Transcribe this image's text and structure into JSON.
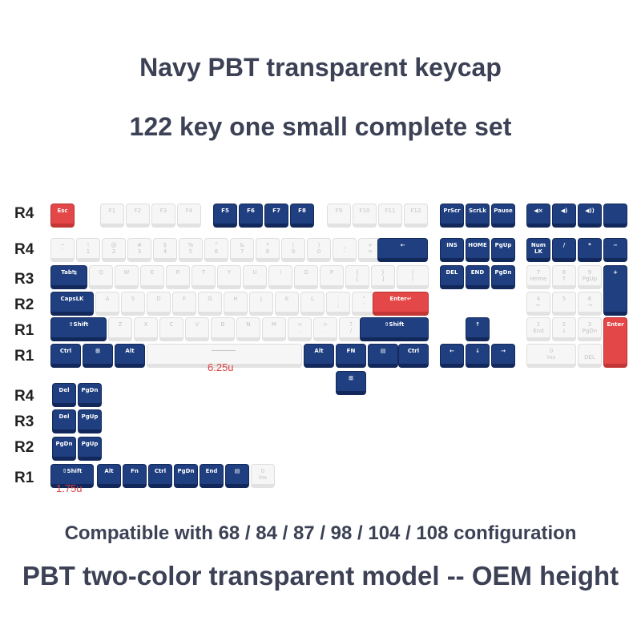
{
  "headings": {
    "line1": "Navy PBT transparent keycap",
    "line2": "122 key one small complete set",
    "compat": "Compatible with 68 / 84 / 87 / 98 / 104 / 108 configuration",
    "model": "PBT two-color transparent model -- OEM height"
  },
  "row_labels": [
    "R4",
    "R4",
    "R3",
    "R2",
    "R1",
    "R1",
    "R4",
    "R3",
    "R2",
    "R1"
  ],
  "size_notes": {
    "space": "6.25u",
    "shift": "1.75u"
  },
  "colors": {
    "navy": "#1f3f80",
    "white": "#f6f6f6",
    "red": "#e44747"
  },
  "keys": [
    {
      "label": "Esc",
      "color": "red"
    },
    {
      "label": "F1",
      "color": "white"
    },
    {
      "label": "F2",
      "color": "white"
    },
    {
      "label": "F3",
      "color": "white"
    },
    {
      "label": "F4",
      "color": "white"
    },
    {
      "label": "F5",
      "color": "navy"
    },
    {
      "label": "F6",
      "color": "navy"
    },
    {
      "label": "F7",
      "color": "navy"
    },
    {
      "label": "F8",
      "color": "navy"
    },
    {
      "label": "F9",
      "color": "white"
    },
    {
      "label": "F10",
      "color": "white"
    },
    {
      "label": "F11",
      "color": "white"
    },
    {
      "label": "F12",
      "color": "white"
    },
    {
      "label": "PrScr",
      "color": "navy"
    },
    {
      "label": "ScrLk",
      "color": "navy"
    },
    {
      "label": "Pause",
      "color": "navy"
    },
    {
      "label": "◀×",
      "color": "navy"
    },
    {
      "label": "◀)",
      "color": "navy"
    },
    {
      "label": "◀))",
      "color": "navy"
    },
    {
      "label": "",
      "color": "navy",
      "icon": "apple-icon"
    },
    {
      "label": "~\n`",
      "color": "white"
    },
    {
      "label": "!\n1",
      "color": "white"
    },
    {
      "label": "@\n2",
      "color": "white"
    },
    {
      "label": "#\n3",
      "color": "white"
    },
    {
      "label": "$\n4",
      "color": "white"
    },
    {
      "label": "%\n5",
      "color": "white"
    },
    {
      "label": "^\n6",
      "color": "white"
    },
    {
      "label": "&\n7",
      "color": "white"
    },
    {
      "label": "*\n8",
      "color": "white"
    },
    {
      "label": "(\n9",
      "color": "white"
    },
    {
      "label": ")\n0",
      "color": "white"
    },
    {
      "label": "_\n-",
      "color": "white"
    },
    {
      "label": "+\n=",
      "color": "white"
    },
    {
      "label": "←",
      "color": "navy"
    },
    {
      "label": "INS",
      "color": "navy"
    },
    {
      "label": "HOME",
      "color": "navy"
    },
    {
      "label": "PgUp",
      "color": "navy"
    },
    {
      "label": "Num\nLK",
      "color": "navy"
    },
    {
      "label": "/",
      "color": "navy"
    },
    {
      "label": "*",
      "color": "navy"
    },
    {
      "label": "−",
      "color": "navy"
    },
    {
      "label": "Tab↹",
      "color": "navy"
    },
    {
      "label": "Q",
      "color": "white"
    },
    {
      "label": "W",
      "color": "white"
    },
    {
      "label": "E",
      "color": "white"
    },
    {
      "label": "R",
      "color": "white"
    },
    {
      "label": "T",
      "color": "white"
    },
    {
      "label": "Y",
      "color": "white"
    },
    {
      "label": "U",
      "color": "white"
    },
    {
      "label": "I",
      "color": "white"
    },
    {
      "label": "O",
      "color": "white"
    },
    {
      "label": "P",
      "color": "white"
    },
    {
      "label": "{\n[",
      "color": "white"
    },
    {
      "label": "}\n]",
      "color": "white"
    },
    {
      "label": "|\n\\",
      "color": "white"
    },
    {
      "label": "DEL",
      "color": "navy"
    },
    {
      "label": "END",
      "color": "navy"
    },
    {
      "label": "PgDn",
      "color": "navy"
    },
    {
      "label": "7\nHome",
      "color": "white"
    },
    {
      "label": "8\n↑",
      "color": "white"
    },
    {
      "label": "9\nPgUp",
      "color": "white"
    },
    {
      "label": "+",
      "color": "navy"
    },
    {
      "label": "CapsLK",
      "color": "navy"
    },
    {
      "label": "A",
      "color": "white"
    },
    {
      "label": "S",
      "color": "white"
    },
    {
      "label": "D",
      "color": "white"
    },
    {
      "label": "F",
      "color": "white"
    },
    {
      "label": "G",
      "color": "white"
    },
    {
      "label": "H",
      "color": "white"
    },
    {
      "label": "J",
      "color": "white"
    },
    {
      "label": "K",
      "color": "white"
    },
    {
      "label": "L",
      "color": "white"
    },
    {
      "label": ":\n;",
      "color": "white"
    },
    {
      "label": "\"\n'",
      "color": "white"
    },
    {
      "label": "Enter↵",
      "color": "red"
    },
    {
      "label": "4\n←",
      "color": "white"
    },
    {
      "label": "5",
      "color": "white"
    },
    {
      "label": "6\n→",
      "color": "white"
    },
    {
      "label": "⇧Shift",
      "color": "navy"
    },
    {
      "label": "Z",
      "color": "white"
    },
    {
      "label": "X",
      "color": "white"
    },
    {
      "label": "C",
      "color": "white"
    },
    {
      "label": "V",
      "color": "white"
    },
    {
      "label": "B",
      "color": "white"
    },
    {
      "label": "N",
      "color": "white"
    },
    {
      "label": "M",
      "color": "white"
    },
    {
      "label": "<\n,",
      "color": "white"
    },
    {
      "label": ">\n.",
      "color": "white"
    },
    {
      "label": "?\n/",
      "color": "white"
    },
    {
      "label": "⇧Shift",
      "color": "navy"
    },
    {
      "label": "↑",
      "color": "navy"
    },
    {
      "label": "1\nEnd",
      "color": "white"
    },
    {
      "label": "2\n↓",
      "color": "white"
    },
    {
      "label": "3\nPgDn",
      "color": "white"
    },
    {
      "label": "Enter",
      "color": "red"
    },
    {
      "label": "Ctrl",
      "color": "navy"
    },
    {
      "label": "⊞",
      "color": "navy",
      "icon": "windows-icon"
    },
    {
      "label": "Alt",
      "color": "navy"
    },
    {
      "label": "",
      "color": "white"
    },
    {
      "label": "Alt",
      "color": "navy"
    },
    {
      "label": "FN",
      "color": "navy"
    },
    {
      "label": "▤",
      "color": "navy",
      "icon": "menu-icon"
    },
    {
      "label": "Ctrl",
      "color": "navy"
    },
    {
      "label": "←",
      "color": "navy"
    },
    {
      "label": "↓",
      "color": "navy"
    },
    {
      "label": "→",
      "color": "navy"
    },
    {
      "label": "0\nIns",
      "color": "white"
    },
    {
      "label": ".\nDEL",
      "color": "white"
    },
    {
      "label": "⊞",
      "color": "navy",
      "icon": "windows-icon"
    },
    {
      "label": "Del",
      "color": "navy"
    },
    {
      "label": "PgDn",
      "color": "navy"
    },
    {
      "label": "Del",
      "color": "navy"
    },
    {
      "label": "PgUp",
      "color": "navy"
    },
    {
      "label": "PgDn",
      "color": "navy"
    },
    {
      "label": "PgUp",
      "color": "navy"
    },
    {
      "label": "⇧Shift",
      "color": "navy"
    },
    {
      "label": "Alt",
      "color": "navy"
    },
    {
      "label": "Fn",
      "color": "navy"
    },
    {
      "label": "Ctrl",
      "color": "navy"
    },
    {
      "label": "PgDn",
      "color": "navy"
    },
    {
      "label": "End",
      "color": "navy"
    },
    {
      "label": "▤",
      "color": "navy",
      "icon": "menu-icon"
    },
    {
      "label": "0\nIns",
      "color": "white"
    }
  ]
}
